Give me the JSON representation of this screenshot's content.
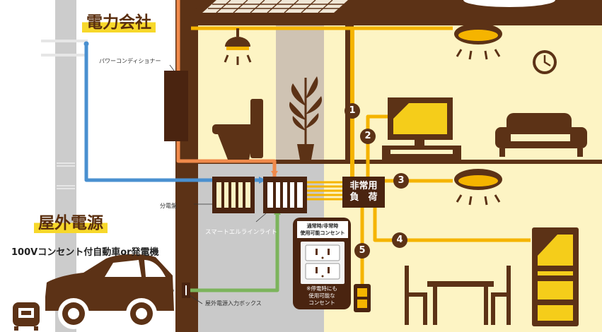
{
  "labels": {
    "power_company": "電力会社",
    "power_conditioner": "パワーコンディショナー",
    "distribution_board": "分電盤",
    "outdoor_source": "屋外電源",
    "outdoor_source_desc": "100Vコンセント付自動車or発電機",
    "smart_line_light": "スマートエルラインライト",
    "outdoor_input_box": "屋外電源入力ボックス",
    "emergency_load_line1": "非常用",
    "emergency_load_line2": "負　荷",
    "outlet_title_line1": "通常時/非常時",
    "outlet_title_line2": "使用可能コンセント",
    "outlet_note_line1": "※停電時にも",
    "outlet_note_line2": "使用可能な",
    "outlet_note_line3": "コンセント"
  },
  "circuit_numbers": [
    "1",
    "2",
    "3",
    "4",
    "5"
  ],
  "colors": {
    "brown": "#5c3216",
    "orange_line": "#f08a4b",
    "blue_line": "#4a90d0",
    "green_line": "#7cb45c",
    "yellow_line": "#f5b400",
    "room_fill": "#fdf4c4",
    "gray_pole": "#cccccc"
  },
  "icons": [
    "ceiling-light-icon",
    "pendant-light-icon",
    "clock-icon",
    "tv-icon",
    "sofa-icon",
    "toilet-icon",
    "plant-icon",
    "fridge-icon",
    "dining-table-icon",
    "car-icon",
    "generator-icon",
    "solar-panel-icon",
    "outlet-icon"
  ]
}
